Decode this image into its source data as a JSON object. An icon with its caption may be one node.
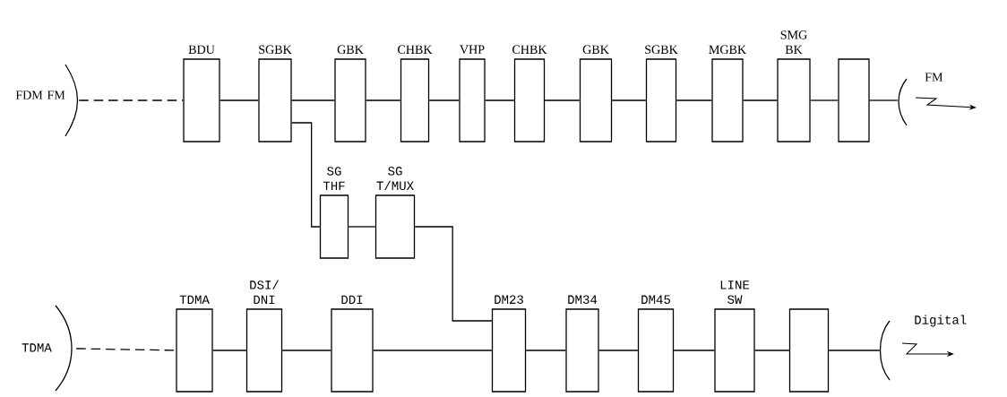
{
  "diagram": {
    "nodes": [
      {
        "text": [
          "FDM FM"
        ]
      },
      {
        "text": [
          "BDU"
        ]
      },
      {
        "text": [
          "SGBK"
        ]
      },
      {
        "text": [
          "GBK"
        ]
      },
      {
        "text": [
          "CHBK"
        ]
      },
      {
        "text": [
          "VHP"
        ]
      },
      {
        "text": [
          "CHBK"
        ]
      },
      {
        "text": [
          "GBK"
        ]
      },
      {
        "text": [
          "SGBK"
        ]
      },
      {
        "text": [
          "MGBK"
        ]
      },
      {
        "text": [
          "SMG BK"
        ]
      },
      {
        "text": [],
        "shape": "box"
      },
      {
        "text": [
          "FM"
        ]
      },
      {
        "text": [
          "SG THF"
        ]
      },
      {
        "text": [
          "SG T/MUX"
        ]
      },
      {
        "text": [
          "TDMA"
        ]
      },
      {
        "text": [
          "TDMA"
        ]
      },
      {
        "text": [
          "DSI/ DNI"
        ]
      },
      {
        "text": [
          "DDI"
        ]
      },
      {
        "text": [
          "DM23"
        ]
      },
      {
        "text": [
          "DM34"
        ]
      },
      {
        "text": [
          "DM45"
        ]
      },
      {
        "text": [
          "LINE SW"
        ]
      },
      {
        "text": [],
        "shape": "box"
      },
      {
        "text": [
          "Digital"
        ]
      }
    ],
    "edges": [
      {
        "from": 0,
        "to": 1,
        "arrow": "none",
        "style": "dashed"
      },
      {
        "from": 1,
        "to": 2,
        "arrow": "none"
      },
      {
        "from": 2,
        "to": 3,
        "arrow": "none"
      },
      {
        "from": 3,
        "to": 4,
        "arrow": "none"
      },
      {
        "from": 4,
        "to": 5,
        "arrow": "none"
      },
      {
        "from": 5,
        "to": 6,
        "arrow": "none"
      },
      {
        "from": 6,
        "to": 7,
        "arrow": "none"
      },
      {
        "from": 7,
        "to": 8,
        "arrow": "none"
      },
      {
        "from": 8,
        "to": 9,
        "arrow": "none"
      },
      {
        "from": 9,
        "to": 10,
        "arrow": "none"
      },
      {
        "from": 10,
        "to": 11,
        "arrow": "none"
      },
      {
        "from": 11,
        "to": 12,
        "arrow": "none"
      },
      {
        "from": 2,
        "to": 13,
        "arrow": "none"
      },
      {
        "from": 13,
        "to": 14,
        "arrow": "none"
      },
      {
        "from": 14,
        "to": 19,
        "arrow": "none"
      },
      {
        "from": 15,
        "to": 16,
        "arrow": "none",
        "style": "dashed"
      },
      {
        "from": 16,
        "to": 17,
        "arrow": "none"
      },
      {
        "from": 17,
        "to": 18,
        "arrow": "none"
      },
      {
        "from": 18,
        "to": 19,
        "arrow": "none"
      },
      {
        "from": 19,
        "to": 20,
        "arrow": "none"
      },
      {
        "from": 20,
        "to": 21,
        "arrow": "none"
      },
      {
        "from": 21,
        "to": 22,
        "arrow": "none"
      },
      {
        "from": 22,
        "to": 23,
        "arrow": "none"
      },
      {
        "from": 23,
        "to": 24,
        "arrow": "none"
      }
    ]
  }
}
